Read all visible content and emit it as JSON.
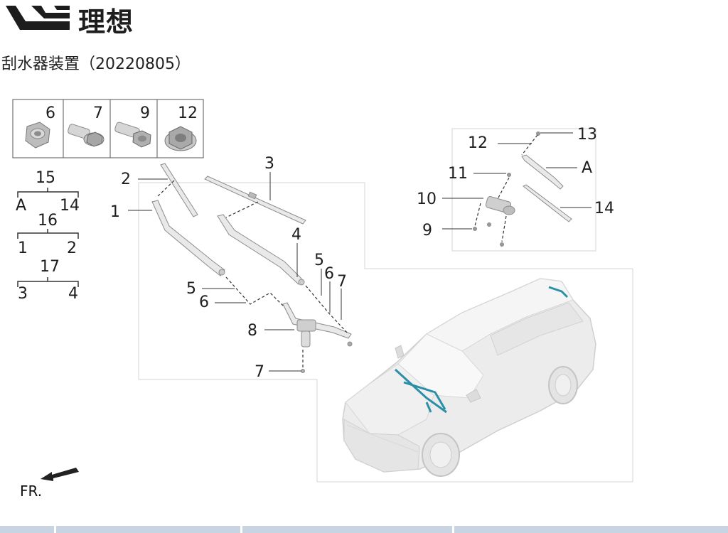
{
  "header": {
    "brand": "理想",
    "title": "刮水器装置（20220805）",
    "logo_icon": "li-auto-logo-icon"
  },
  "fasteners_table": {
    "cells": [
      {
        "number": "6",
        "icon": "hex-nut-icon"
      },
      {
        "number": "7",
        "icon": "flange-bolt-icon"
      },
      {
        "number": "9",
        "icon": "hex-bolt-icon"
      },
      {
        "number": "12",
        "icon": "flange-nut-icon"
      }
    ]
  },
  "assembly_groups": [
    {
      "parent": "15",
      "left": "A",
      "right": "14"
    },
    {
      "parent": "16",
      "left": "1",
      "right": "2"
    },
    {
      "parent": "17",
      "left": "3",
      "right": "4"
    }
  ],
  "front_diagram_callouts": {
    "c1": "1",
    "c2": "2",
    "c3": "3",
    "c4": "4",
    "c5a": "5",
    "c6a": "6",
    "c5b": "5",
    "c6b": "6",
    "c7a": "7",
    "c8": "8",
    "c7b": "7"
  },
  "rear_diagram_callouts": {
    "c13": "13",
    "c12": "12",
    "c11": "11",
    "cA": "A",
    "c10": "10",
    "c14": "14",
    "c9": "9"
  },
  "orientation": {
    "label": "FR.",
    "icon": "front-direction-arrow-icon"
  },
  "colors": {
    "highlight": "#2b8fa8",
    "part_gray": "#8c8c8c",
    "frame_gray": "#c8c8c8",
    "bottom_bar": "#c9d4e3"
  }
}
